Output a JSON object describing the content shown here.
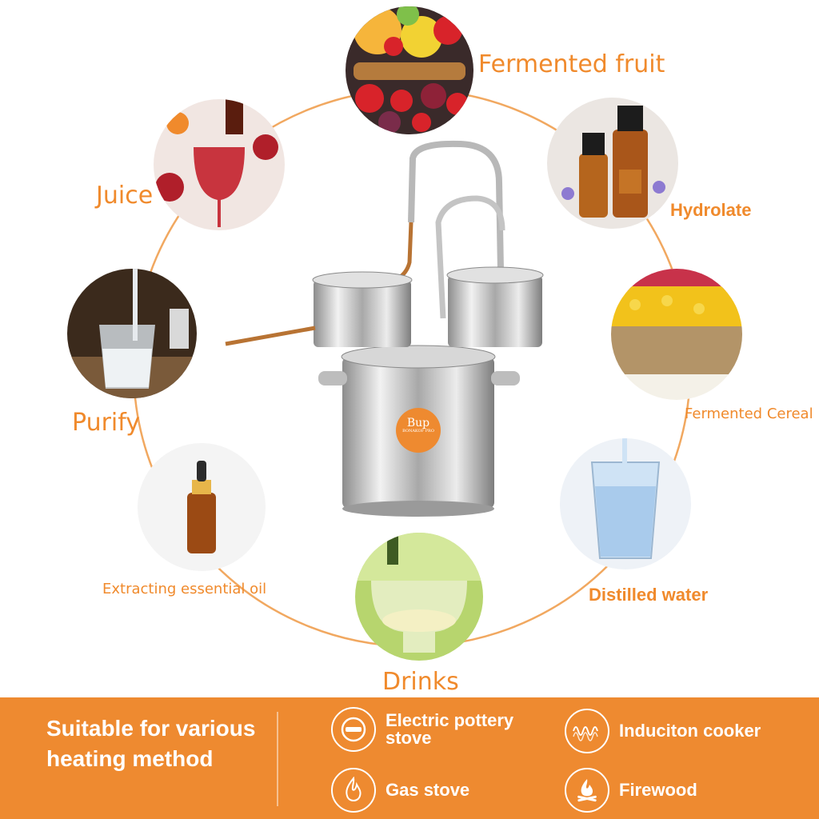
{
  "labels": {
    "fermented_fruit": "Fermented fruit",
    "hydrolate": "Hydrolate",
    "fermented_cereal": "Fermented Cereal",
    "distilled_water": "Distilled water",
    "drinks": "Drinks",
    "extracting_oil": "Extracting essential oil",
    "purify": "Purify",
    "juice": "Juice"
  },
  "logo": {
    "mark": "Bup",
    "text": "BONAKOF PRO"
  },
  "banner": {
    "title": "Suitable for various heating method",
    "methods": [
      {
        "label": "Electric pottery stove",
        "icon": "electric-pottery-stove-icon"
      },
      {
        "label": "Induciton cooker",
        "icon": "induction-coil-icon"
      },
      {
        "label": "Gas stove",
        "icon": "flame-icon"
      },
      {
        "label": "Firewood",
        "icon": "firewood-icon"
      }
    ]
  },
  "colors": {
    "accent": "#ee8a30",
    "ring": "#f1a860"
  }
}
